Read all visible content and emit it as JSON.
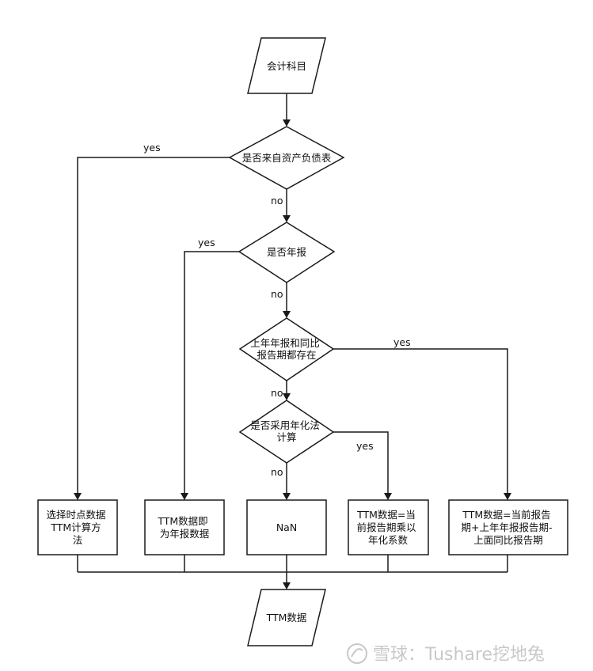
{
  "nodes": {
    "start": {
      "lines": [
        "会计科目"
      ]
    },
    "d_balance": {
      "lines": [
        "是否来自资产负债表"
      ]
    },
    "d_annual": {
      "lines": [
        "是否年报"
      ]
    },
    "d_prev": {
      "lines": [
        "上年年报和同比",
        "报告期都存在"
      ]
    },
    "d_annualize": {
      "lines": [
        "是否采用年化法",
        "计算"
      ]
    },
    "box_point": {
      "lines": [
        "选择时点数据",
        "TTM计算方",
        "法"
      ]
    },
    "box_annual": {
      "lines": [
        "TTM数据即",
        "为年报数据"
      ]
    },
    "box_nan": {
      "lines": [
        "NaN"
      ]
    },
    "box_annualize": {
      "lines": [
        "TTM数据=当",
        "前报告期乘以",
        "年化系数"
      ]
    },
    "box_formula": {
      "lines": [
        "TTM数据=当前报告",
        "期+上年年报报告期-",
        "上面同比报告期"
      ]
    },
    "end": {
      "lines": [
        "TTM数据"
      ]
    }
  },
  "edges": {
    "balance_yes": "yes",
    "balance_no": "no",
    "annual_yes": "yes",
    "annual_no": "no",
    "prev_yes": "yes",
    "prev_no": "no",
    "annualize_yes": "yes",
    "annualize_no": "no"
  },
  "watermark": {
    "text": "雪球：Tushare挖地兔"
  }
}
